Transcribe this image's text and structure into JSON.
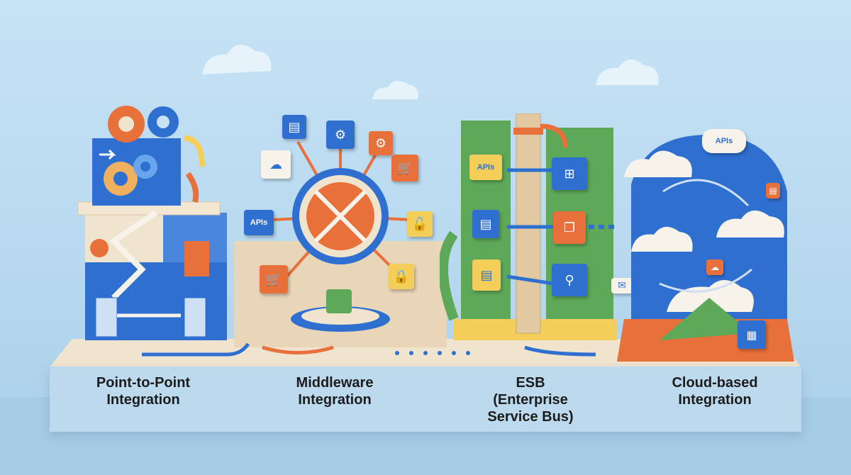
{
  "sections": [
    {
      "label": "Point-to-Point\nIntegration"
    },
    {
      "label": "Middleware\nIntegration"
    },
    {
      "label": "ESB\n(Enterprise\nService Bus)"
    },
    {
      "label": "Cloud-based\nIntegration"
    }
  ],
  "badges": {
    "apis": "APIs"
  },
  "colors": {
    "blue": "#2f6fd0",
    "orange": "#e8703a",
    "green": "#5ea85a",
    "yellow": "#f3cf5a",
    "paper": "#f1e4cf",
    "sky": "#c7e2f5"
  }
}
